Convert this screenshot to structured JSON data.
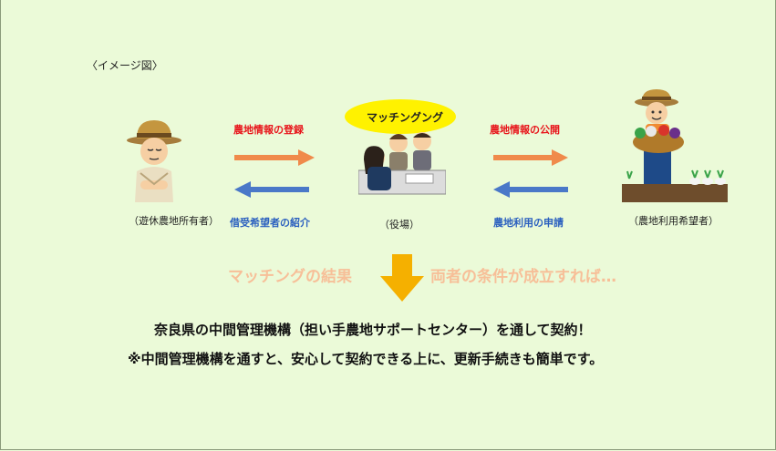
{
  "caption": "〈イメージ図〉",
  "actors": {
    "owner": "（遊休農地所有者）",
    "office": "（役場）",
    "applicant": "（農地利用希望者）"
  },
  "bubble": "マッチングング",
  "arrows": {
    "register": "農地情報の登録",
    "introduce": "借受希望者の紹介",
    "publish": "農地情報の公開",
    "apply": "農地利用の申請"
  },
  "result": {
    "left": "マッチングの結果",
    "right": "両者の条件が成立すれば…"
  },
  "statement": {
    "line1": "奈良県の中間管理機構（担い手農地サポートセンター）を通して契約！",
    "line2": "※中間管理機構を通すと、安心して契約できる上に、更新手続きも簡単です。"
  },
  "colors": {
    "background": "#ebfad8",
    "orange_arrow": "#f08a4b",
    "blue_arrow": "#4a78c8",
    "down_arrow": "#f5b000",
    "bubble": "#fff200"
  }
}
